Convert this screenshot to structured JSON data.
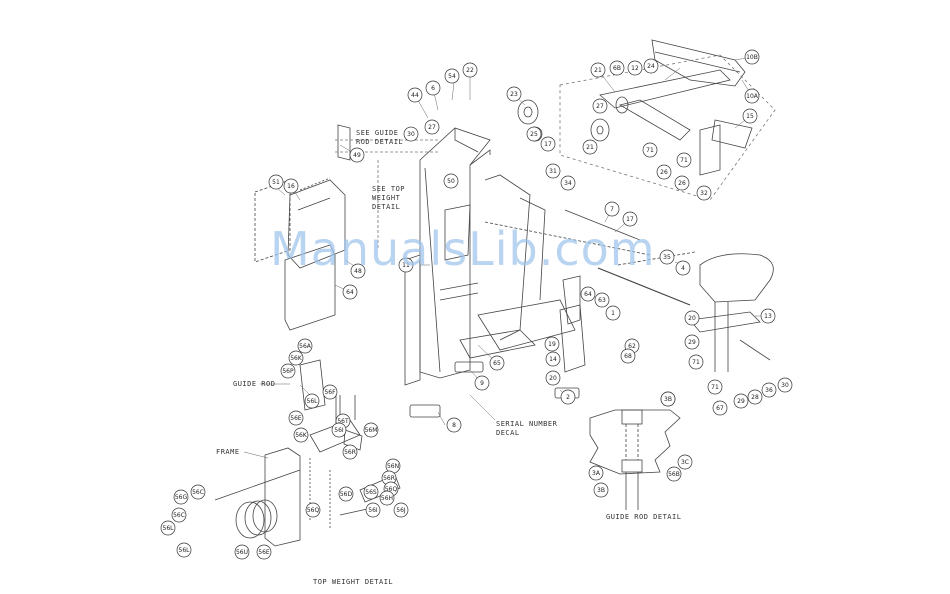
{
  "watermark": "ManualsLib.com",
  "notes": {
    "see_guide_rod": "SEE GUIDE\nROD DETAIL",
    "see_top_weight": "SEE TOP\nWEIGHT\nDETAIL",
    "serial_decal": "SERIAL NUMBER\nDECAL",
    "guide_rod": "GUIDE ROD",
    "frame": "FRAME"
  },
  "captions": {
    "top_weight": "TOP WEIGHT DETAIL",
    "guide_rod": "GUIDE ROD DETAIL"
  },
  "balloons": [
    "10B",
    "10A",
    "15",
    "21",
    "6B",
    "12",
    "24",
    "27",
    "21",
    "25",
    "71",
    "26",
    "26",
    "32",
    "71",
    "44",
    "6",
    "54",
    "22",
    "23",
    "30",
    "27",
    "25",
    "17",
    "49",
    "50",
    "51",
    "16",
    "31",
    "34",
    "7",
    "17",
    "11",
    "48",
    "64",
    "35",
    "4",
    "13",
    "63",
    "64",
    "1",
    "20",
    "62",
    "19",
    "29",
    "71",
    "14",
    "20",
    "68",
    "65",
    "9",
    "2",
    "8",
    "67",
    "3B",
    "71",
    "29",
    "28",
    "36",
    "30",
    "3B",
    "3C",
    "3A",
    "3B",
    "56B",
    "56A",
    "56K",
    "56P",
    "56F",
    "56L",
    "56T",
    "56I",
    "56E",
    "56M",
    "56K",
    "56R",
    "56N",
    "56R",
    "56Q",
    "56S",
    "56D",
    "56Q",
    "56H",
    "56I",
    "56J",
    "56C",
    "56G",
    "56C",
    "56L",
    "56L",
    "56U",
    "56E"
  ]
}
